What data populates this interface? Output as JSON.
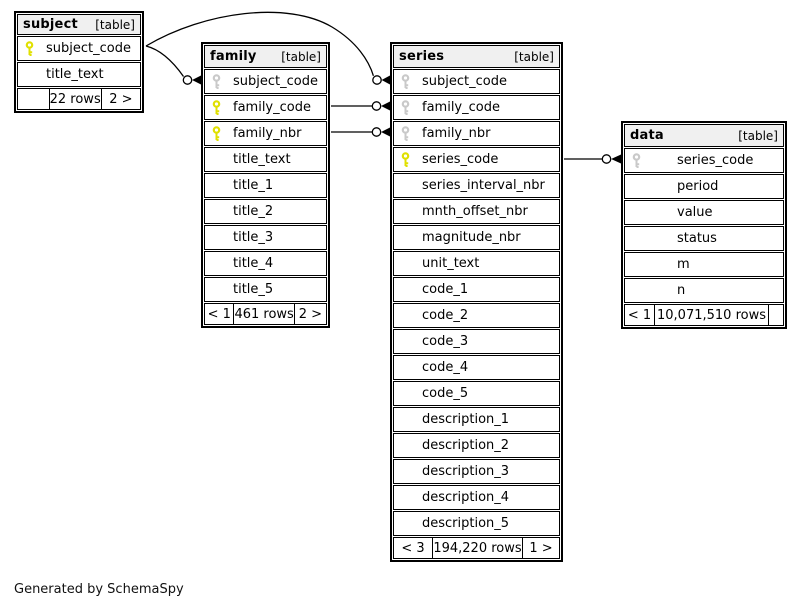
{
  "colors": {
    "header_bg": "#f0f0f0",
    "primary_key": "#e0e000",
    "foreign_key": "#c9c9c9",
    "border": "#000000"
  },
  "footer_note": "Generated by SchemaSpy",
  "tables": [
    {
      "id": "subject",
      "name": "subject",
      "type_label": "[table]",
      "columns": [
        {
          "name": "subject_code",
          "key": "primary"
        },
        {
          "name": "title_text",
          "key": "none"
        }
      ],
      "footer": {
        "parents": "",
        "rows": "22 rows",
        "children": "2 >"
      }
    },
    {
      "id": "family",
      "name": "family",
      "type_label": "[table]",
      "columns": [
        {
          "name": "subject_code",
          "key": "foreign"
        },
        {
          "name": "family_code",
          "key": "primary"
        },
        {
          "name": "family_nbr",
          "key": "primary"
        },
        {
          "name": "title_text",
          "key": "none"
        },
        {
          "name": "title_1",
          "key": "none"
        },
        {
          "name": "title_2",
          "key": "none"
        },
        {
          "name": "title_3",
          "key": "none"
        },
        {
          "name": "title_4",
          "key": "none"
        },
        {
          "name": "title_5",
          "key": "none"
        }
      ],
      "footer": {
        "parents": "< 1",
        "rows": "461 rows",
        "children": "2 >"
      }
    },
    {
      "id": "series",
      "name": "series",
      "type_label": "[table]",
      "columns": [
        {
          "name": "subject_code",
          "key": "foreign"
        },
        {
          "name": "family_code",
          "key": "foreign"
        },
        {
          "name": "family_nbr",
          "key": "foreign"
        },
        {
          "name": "series_code",
          "key": "primary"
        },
        {
          "name": "series_interval_nbr",
          "key": "none"
        },
        {
          "name": "mnth_offset_nbr",
          "key": "none"
        },
        {
          "name": "magnitude_nbr",
          "key": "none"
        },
        {
          "name": "unit_text",
          "key": "none"
        },
        {
          "name": "code_1",
          "key": "none"
        },
        {
          "name": "code_2",
          "key": "none"
        },
        {
          "name": "code_3",
          "key": "none"
        },
        {
          "name": "code_4",
          "key": "none"
        },
        {
          "name": "code_5",
          "key": "none"
        },
        {
          "name": "description_1",
          "key": "none"
        },
        {
          "name": "description_2",
          "key": "none"
        },
        {
          "name": "description_3",
          "key": "none"
        },
        {
          "name": "description_4",
          "key": "none"
        },
        {
          "name": "description_5",
          "key": "none"
        }
      ],
      "footer": {
        "parents": "< 3",
        "rows": "194,220 rows",
        "children": "1 >"
      }
    },
    {
      "id": "data",
      "name": "data",
      "type_label": "[table]",
      "columns": [
        {
          "name": "series_code",
          "key": "foreign"
        },
        {
          "name": "period",
          "key": "none"
        },
        {
          "name": "value",
          "key": "none"
        },
        {
          "name": "status",
          "key": "none"
        },
        {
          "name": "m",
          "key": "none"
        },
        {
          "name": "n",
          "key": "none"
        }
      ],
      "footer": {
        "parents": "< 1",
        "rows": "10,071,510 rows",
        "children": ""
      }
    }
  ],
  "relations": [
    {
      "from": "family.subject_code",
      "to": "subject.subject_code"
    },
    {
      "from": "series.subject_code",
      "to": "subject.subject_code"
    },
    {
      "from": "series.family_code",
      "to": "family.family_code"
    },
    {
      "from": "series.family_nbr",
      "to": "family.family_nbr"
    },
    {
      "from": "data.series_code",
      "to": "series.series_code"
    }
  ]
}
